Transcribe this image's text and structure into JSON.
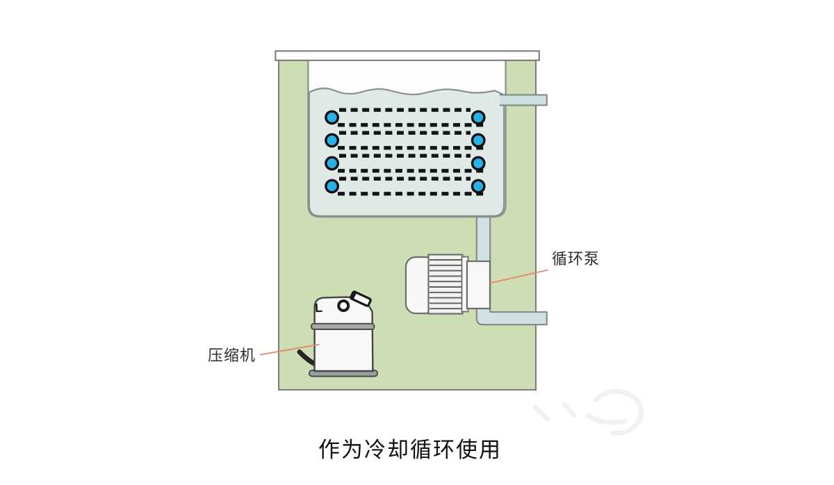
{
  "diagram": {
    "caption": "作为冷却循环使用",
    "labels": {
      "pump": "循环泵",
      "compressor": "压缩机",
      "compressor_mark": "L"
    },
    "coil": {
      "rows": 4,
      "ports_per_row": 2,
      "tube_style": "dashed"
    },
    "colors": {
      "cabinet_green": "#cdddb4",
      "water": "#dfe9e6",
      "pipe": "#cfe1e2",
      "coil_blue": "#27b1e8",
      "outline_grey": "#7b7b79",
      "leader_orange": "#e8826a",
      "text_dark": "#2e2e2e"
    }
  }
}
